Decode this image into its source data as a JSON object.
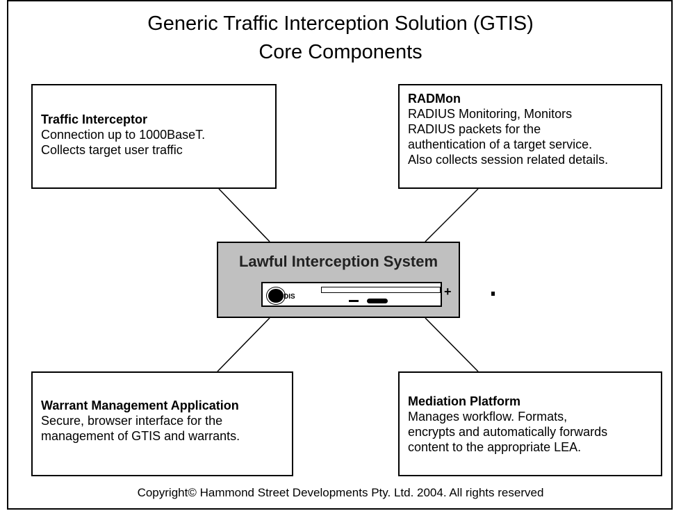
{
  "title_line1": "Generic Traffic Interception Solution (GTIS)",
  "title_line2": "Core Components",
  "center": {
    "title": "Lawful Interception System",
    "logo_text": "DIS"
  },
  "boxes": {
    "traffic": {
      "heading": "Traffic Interceptor",
      "lines": [
        "Connection up to 1000BaseT.",
        "Collects target user traffic"
      ]
    },
    "radmon": {
      "heading": "RADMon",
      "lines": [
        "RADIUS Monitoring, Monitors",
        "RADIUS packets for the",
        "authentication of a target service.",
        "Also collects session related details."
      ]
    },
    "warrant": {
      "heading": "Warrant Management Application",
      "lines": [
        "Secure, browser interface for the",
        "management of GTIS and warrants."
      ]
    },
    "mediation": {
      "heading": "Mediation Platform",
      "lines": [
        "Manages workflow. Formats,",
        "encrypts and automatically forwards",
        "content to the appropriate LEA."
      ]
    }
  },
  "copyright": "Copyright© Hammond Street Developments Pty. Ltd. 2004. All rights reserved",
  "colors": {
    "center_fill": "#c0c0c0",
    "line": "#000000"
  }
}
